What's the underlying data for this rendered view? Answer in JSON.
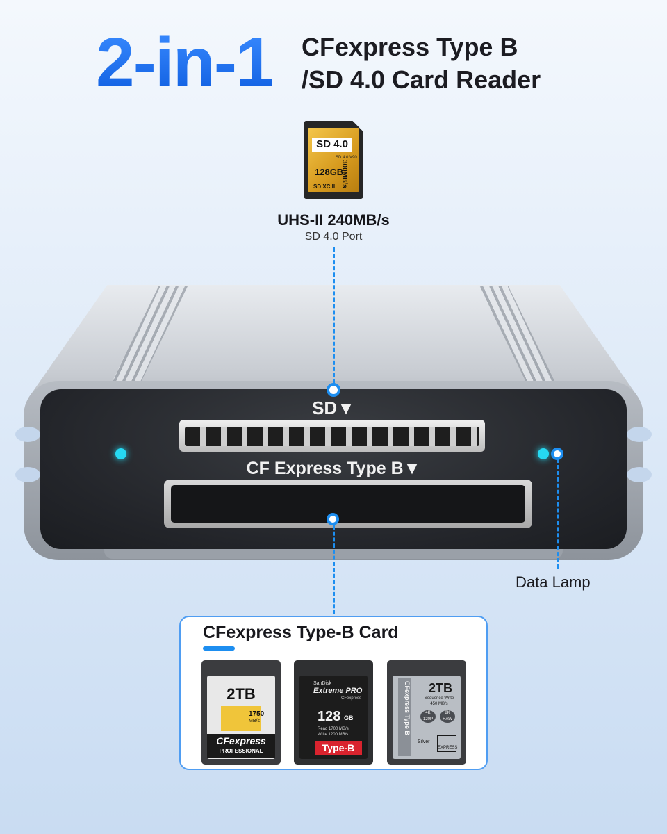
{
  "headline": {
    "big": "2-in-1",
    "line1": "CFexpress Type B",
    "line2": "/SD 4.0 Card Reader",
    "color": "#1f6ff2"
  },
  "sd_card": {
    "badge": "SD 4.0",
    "class": "SD 4.0 V90",
    "capacity": "128GB",
    "speed": "300MB/s",
    "logo": "SD XC II"
  },
  "sd_port": {
    "title": "UHS-II 240MB/s",
    "subtitle": "SD 4.0 Port"
  },
  "device": {
    "sd_slot_label": "SD▼",
    "cf_slot_label": "CF Express Type B▼",
    "led_color": "#26d9f2"
  },
  "data_lamp": {
    "label": "Data Lamp"
  },
  "cards_panel": {
    "title": "CFexpress Type-B Card",
    "accent": "#1d8ef0",
    "cards": [
      {
        "capacity": "2TB",
        "speed": "1750",
        "speed_unit": "MB/s",
        "brand": "CFexpress",
        "tier": "PROFESSIONAL"
      },
      {
        "maker": "SanDisk",
        "line": "Extreme PRO",
        "format": "CFexpress",
        "capacity": "128",
        "capacity_unit": "GB",
        "read": "Read 1700 MB/s",
        "write": "Write 1200 MB/s",
        "type": "Type-B"
      },
      {
        "capacity": "2TB",
        "write_label": "Sequence Write",
        "write_speed": "450 MB/s",
        "badge1": "4K 120P",
        "badge2": "8K RAW",
        "side_text": "CFexpress Type B",
        "tier": "Silver",
        "logo": "EXPRESS"
      }
    ]
  }
}
